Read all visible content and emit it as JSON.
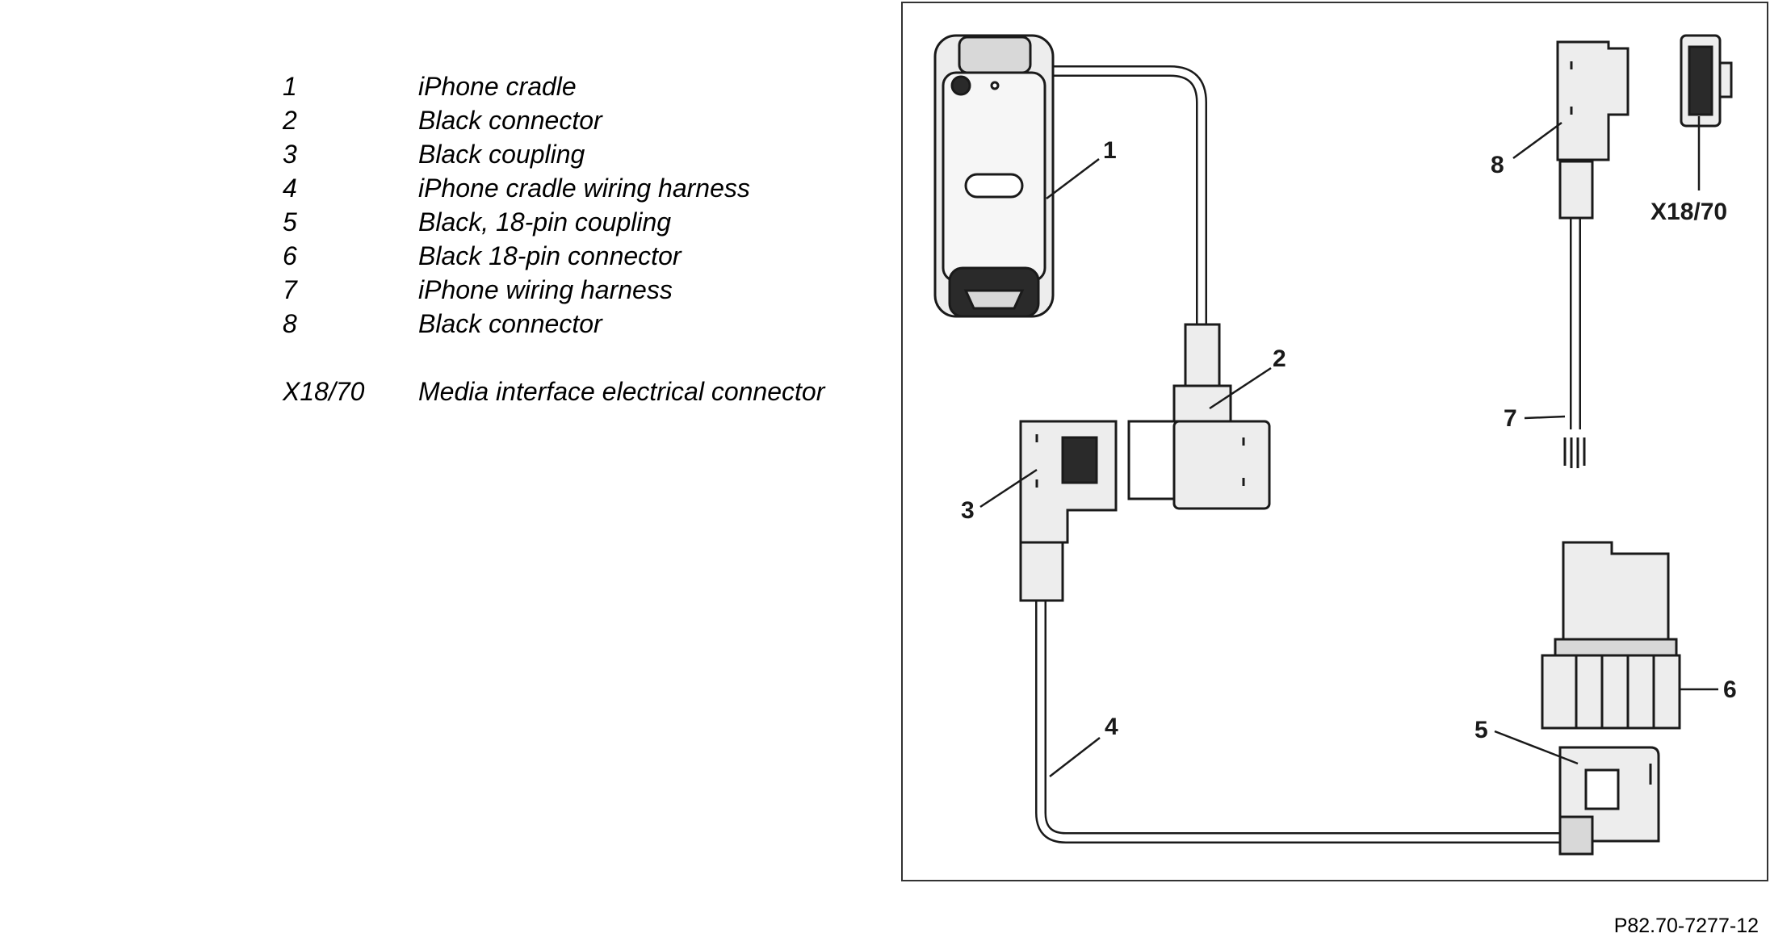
{
  "legend": [
    {
      "key": "1",
      "text": "iPhone cradle"
    },
    {
      "key": "2",
      "text": "Black connector"
    },
    {
      "key": "3",
      "text": "Black coupling"
    },
    {
      "key": "4",
      "text": "iPhone cradle wiring harness"
    },
    {
      "key": "5",
      "text": "Black, 18-pin coupling"
    },
    {
      "key": "6",
      "text": "Black 18-pin connector"
    },
    {
      "key": "7",
      "text": "iPhone wiring harness"
    },
    {
      "key": "8",
      "text": "Black connector"
    },
    {
      "key": "X18/70",
      "text": "Media interface electrical connector"
    }
  ],
  "callouts": {
    "c1": "1",
    "c2": "2",
    "c3": "3",
    "c4": "4",
    "c5": "5",
    "c6": "6",
    "c7": "7",
    "c8": "8",
    "cx": "X18/70"
  },
  "reference_code": "P82.70-7277-12",
  "colors": {
    "ink": "#1a1a1a",
    "frame": "#333333",
    "fill_light": "#ededed",
    "fill_mid": "#d8d8d8",
    "fill_dark": "#2a2a2a"
  }
}
